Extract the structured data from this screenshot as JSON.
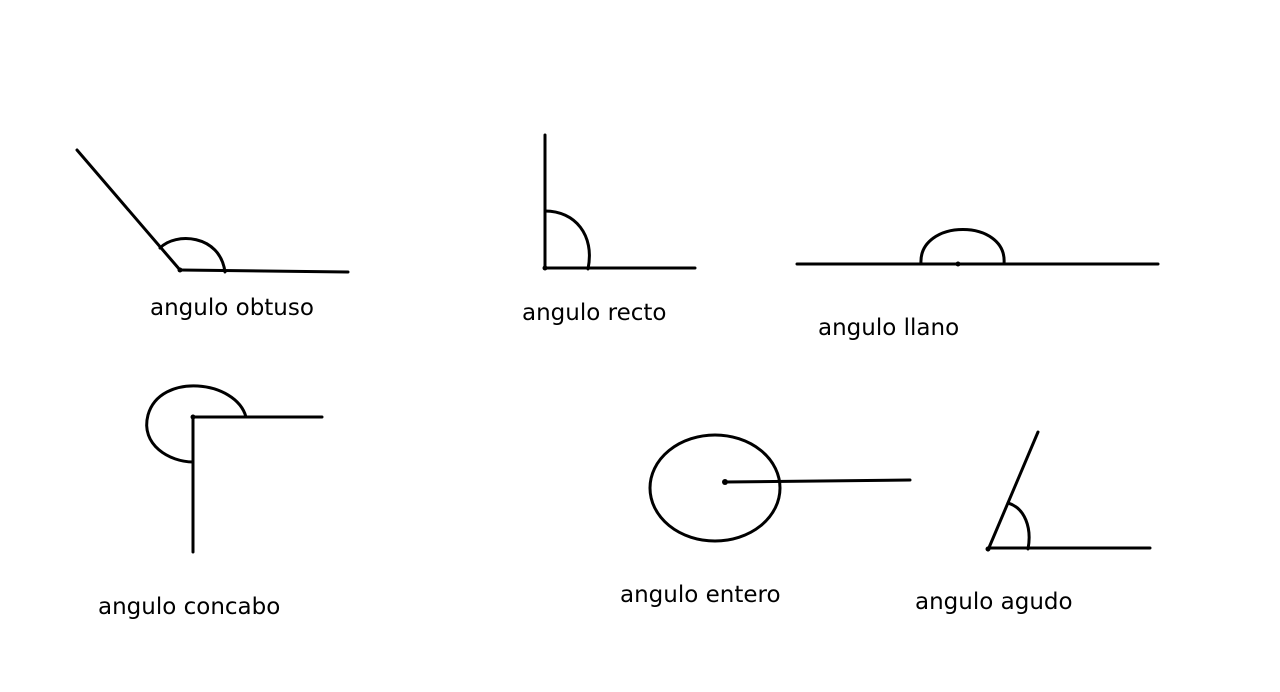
{
  "labels": {
    "obtuse": "angulo obtuso",
    "right": "angulo recto",
    "straight": "angulo llano",
    "concave": "angulo concabo",
    "full": "angulo entero",
    "acute": "angulo agudo"
  },
  "colors": {
    "ink": "#000000",
    "background": "#ffffff"
  }
}
